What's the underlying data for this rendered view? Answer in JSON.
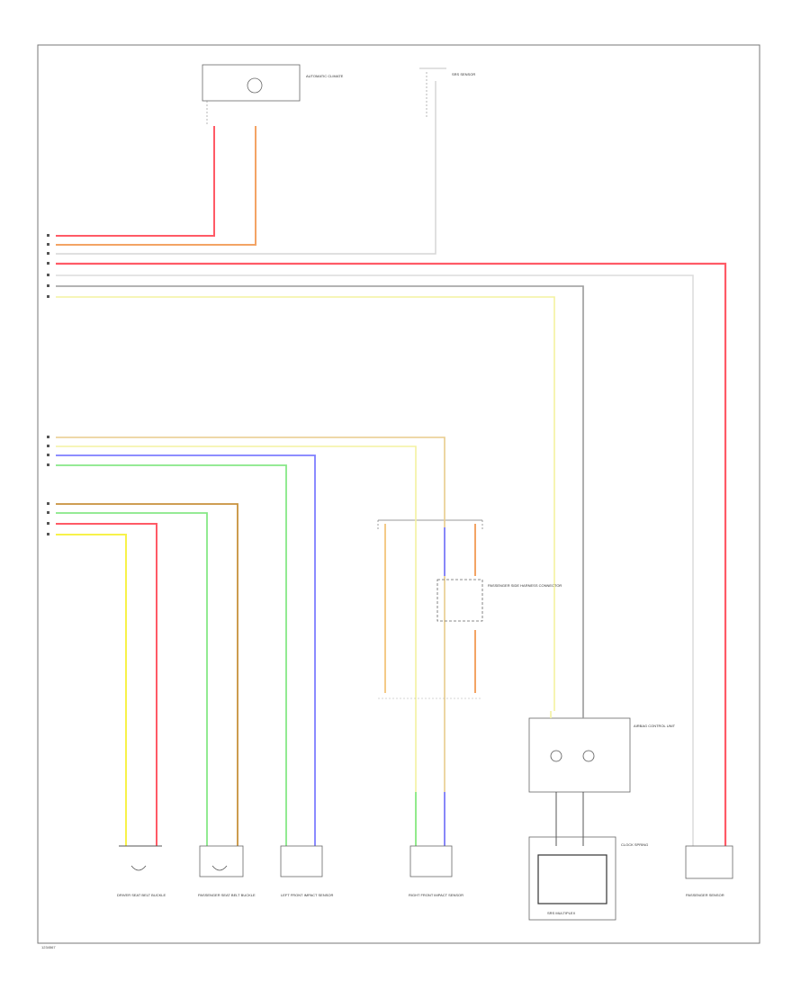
{
  "wire_colors": {
    "red": "#ff5a66",
    "orange": "#f3a364",
    "white": "#d6d6d6",
    "gray": "#9a9a9a",
    "yellow": "#f7f24a",
    "blue": "#7d7dff",
    "green": "#86e886",
    "brown": "#c7913b",
    "tan": "#e8cc8c",
    "light_yellow": "#f3f2a0"
  },
  "components": {
    "horn_module": "AUTOMATIC CLIMATE",
    "steering_sensor": "SRS SENSOR",
    "harness_connector": "PASSENGER SIDE HARNESS CONNECTOR",
    "airbag_control": "AIRBAG CONTROL UNIT",
    "passenger_sensor": "PASSENGER SENSOR",
    "driver_buckle": "DRIVER SEAT BELT BUCKLE",
    "passenger_buckle": "PASSENGER SEAT BELT BUCKLE",
    "left_sensor": "LEFT FRONT IMPACT SENSOR",
    "right_sensor": "RIGHT FRONT IMPACT SENSOR",
    "multi_sensor": "SRS MULTIPLEX",
    "clock_spring": "CLOCK SPRING"
  },
  "footer": "1234567"
}
